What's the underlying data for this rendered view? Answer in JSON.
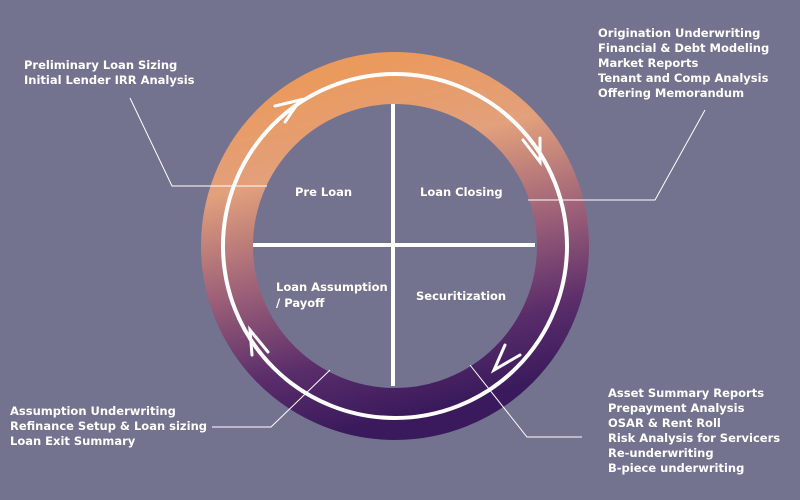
{
  "quadrants": {
    "pre_loan": "Pre Loan",
    "loan_closing": "Loan Closing",
    "assumption_line1": "Loan Assumption",
    "assumption_line2": "/ Payoff",
    "securitization": "Securitization"
  },
  "callouts": {
    "pre_loan": [
      "Preliminary Loan Sizing",
      "Initial Lender IRR Analysis"
    ],
    "loan_closing": [
      "Origination Underwriting",
      "Financial & Debt Modeling",
      "Market Reports",
      "Tenant and Comp Analysis",
      "Offering Memorandum"
    ],
    "assumption": [
      "Assumption Underwriting",
      "Refinance Setup & Loan sizing",
      "Loan Exit Summary"
    ],
    "securitization": [
      "Asset Summary Reports",
      "Prepayment Analysis",
      "OSAR & Rent Roll",
      "Risk Analysis for Servicers",
      "Re-underwriting",
      "B-piece underwriting"
    ]
  },
  "colors": {
    "background": "#737390",
    "ring_top": "#eda978",
    "ring_left": "#e08a4a",
    "ring_bottom": "#3b1a5c"
  }
}
